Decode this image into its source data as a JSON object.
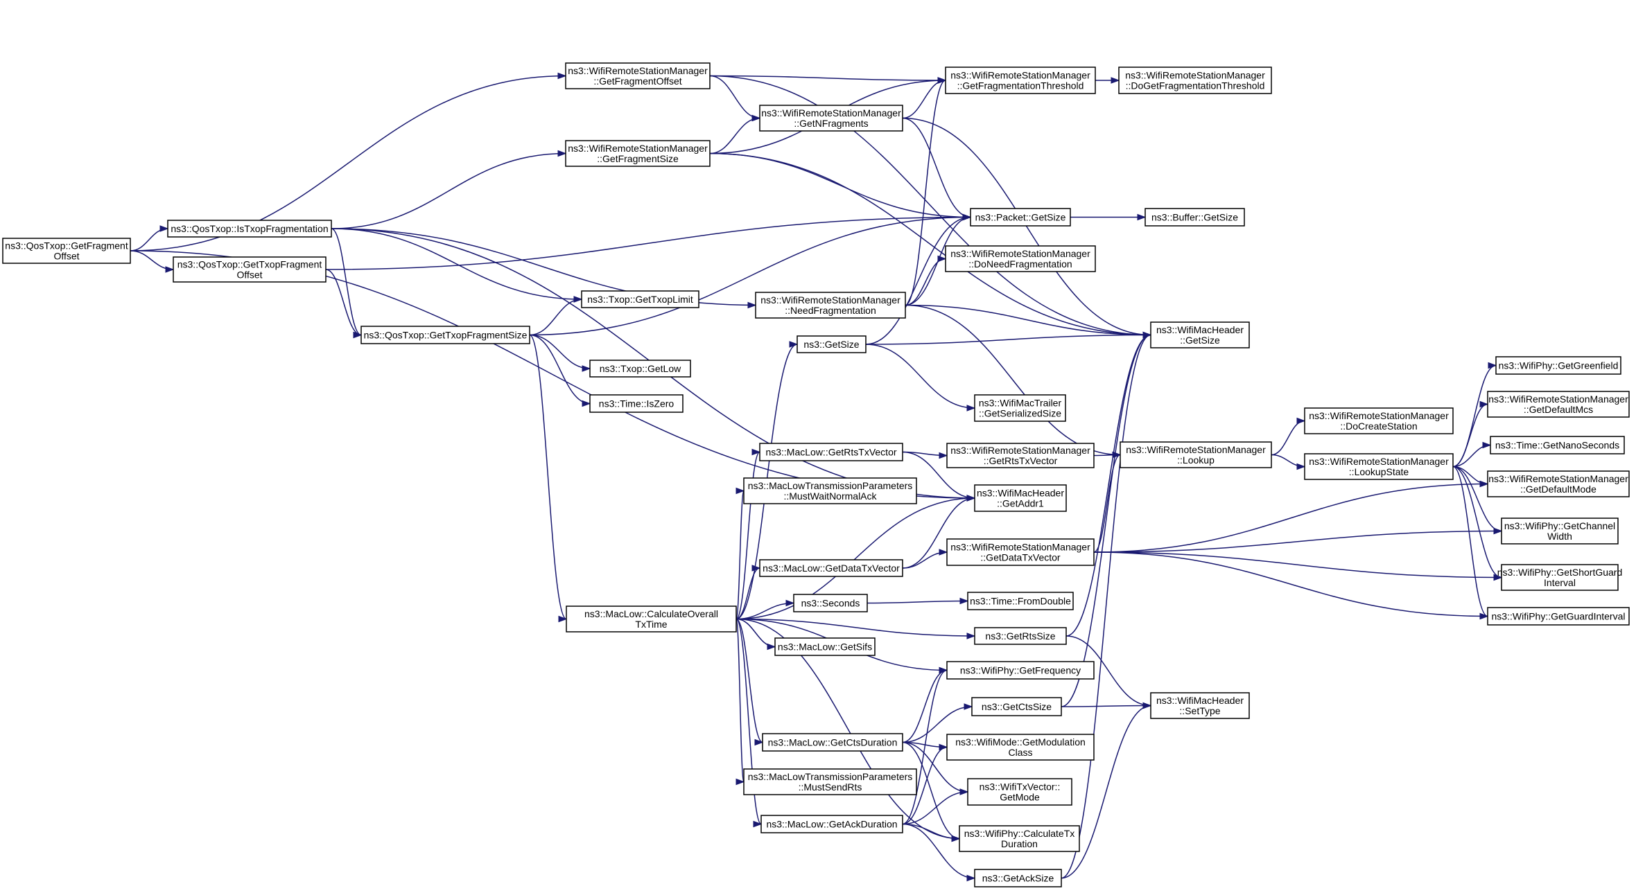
{
  "nodes": [
    {
      "id": "root",
      "lines": [
        "ns3::QosTxop::GetFragment",
        "Offset"
      ],
      "border": "#000000",
      "fill": "#bfbfbf"
    },
    {
      "id": "isTxopFrag",
      "lines": [
        "ns3::QosTxop::IsTxopFragmentation"
      ],
      "border": "#000000",
      "fill": "#ffffff"
    },
    {
      "id": "getTxopFragOff",
      "lines": [
        "ns3::QosTxop::GetTxopFragment",
        "Offset"
      ],
      "border": "#000000",
      "fill": "#ffffff"
    },
    {
      "id": "getTxopFragSize",
      "lines": [
        "ns3::QosTxop::GetTxopFragmentSize"
      ],
      "border": "#000000",
      "fill": "#ffffff"
    },
    {
      "id": "wGetFragOffset",
      "lines": [
        "ns3::WifiRemoteStationManager",
        "::GetFragmentOffset"
      ],
      "border": "#000000",
      "fill": "#ffffff"
    },
    {
      "id": "wGetFragSize",
      "lines": [
        "ns3::WifiRemoteStationManager",
        "::GetFragmentSize"
      ],
      "border": "#000000",
      "fill": "#ffffff"
    },
    {
      "id": "txopLimit",
      "lines": [
        "ns3::Txop::GetTxopLimit"
      ],
      "border": "#000000",
      "fill": "#ffffff"
    },
    {
      "id": "txopLow",
      "lines": [
        "ns3::Txop::GetLow"
      ],
      "border": "#000000",
      "fill": "#ffffff"
    },
    {
      "id": "timeIsZero",
      "lines": [
        "ns3::Time::IsZero"
      ],
      "border": "#000000",
      "fill": "#ffffff"
    },
    {
      "id": "calcOverall",
      "lines": [
        "ns3::MacLow::CalculateOverall",
        "TxTime"
      ],
      "border": "#000000",
      "fill": "#ffffff"
    },
    {
      "id": "getNFrag",
      "lines": [
        "ns3::WifiRemoteStationManager",
        "::GetNFragments"
      ],
      "border": "#000000",
      "fill": "#ffffff"
    },
    {
      "id": "needFrag",
      "lines": [
        "ns3::WifiRemoteStationManager",
        "::NeedFragmentation"
      ],
      "border": "#000000",
      "fill": "#ffffff"
    },
    {
      "id": "getSize",
      "lines": [
        "ns3::GetSize"
      ],
      "border": "#000000",
      "fill": "#ffffff"
    },
    {
      "id": "getRtsTxVec",
      "lines": [
        "ns3::MacLow::GetRtsTxVector"
      ],
      "border": "#000000",
      "fill": "#ffffff"
    },
    {
      "id": "mustWaitAck",
      "lines": [
        "ns3::MacLowTransmissionParameters",
        "::MustWaitNormalAck"
      ],
      "border": "#000000",
      "fill": "#ffffff"
    },
    {
      "id": "getDataTxVec",
      "lines": [
        "ns3::MacLow::GetDataTxVector"
      ],
      "border": "#000000",
      "fill": "#ffffff"
    },
    {
      "id": "seconds",
      "lines": [
        "ns3::Seconds"
      ],
      "border": "#000000",
      "fill": "#ffffff"
    },
    {
      "id": "getSifs",
      "lines": [
        "ns3::MacLow::GetSifs"
      ],
      "border": "#000000",
      "fill": "#ffffff"
    },
    {
      "id": "getCtsDur",
      "lines": [
        "ns3::MacLow::GetCtsDuration"
      ],
      "border": "#000000",
      "fill": "#ffffff"
    },
    {
      "id": "mustSendRts",
      "lines": [
        "ns3::MacLowTransmissionParameters",
        "::MustSendRts"
      ],
      "border": "#000000",
      "fill": "#ffffff"
    },
    {
      "id": "getAckDur",
      "lines": [
        "ns3::MacLow::GetAckDuration"
      ],
      "border": "#000000",
      "fill": "#ffffff"
    },
    {
      "id": "getFragThr",
      "lines": [
        "ns3::WifiRemoteStationManager",
        "::GetFragmentationThreshold"
      ],
      "border": "#000000",
      "fill": "#ffffff"
    },
    {
      "id": "pktGetSize",
      "lines": [
        "ns3::Packet::GetSize"
      ],
      "border": "#000000",
      "fill": "#ffffff"
    },
    {
      "id": "doNeedFrag",
      "lines": [
        "ns3::WifiRemoteStationManager",
        "::DoNeedFragmentation"
      ],
      "border": "#000000",
      "fill": "#ffffff"
    },
    {
      "id": "trailerSize",
      "lines": [
        "ns3::WifiMacTrailer",
        "::GetSerializedSize"
      ],
      "border": "#000000",
      "fill": "#ffffff"
    },
    {
      "id": "wGetRtsTxVec",
      "lines": [
        "ns3::WifiRemoteStationManager",
        "::GetRtsTxVector"
      ],
      "border": "#ff0000",
      "fill": "#ffffff"
    },
    {
      "id": "getAddr1",
      "lines": [
        "ns3::WifiMacHeader",
        "::GetAddr1"
      ],
      "border": "#000000",
      "fill": "#ffffff"
    },
    {
      "id": "wGetDataTxVec",
      "lines": [
        "ns3::WifiRemoteStationManager",
        "::GetDataTxVector"
      ],
      "border": "#ff0000",
      "fill": "#ffffff"
    },
    {
      "id": "fromDouble",
      "lines": [
        "ns3::Time::FromDouble"
      ],
      "border": "#ff0000",
      "fill": "#ffffff"
    },
    {
      "id": "getRtsSize",
      "lines": [
        "ns3::GetRtsSize"
      ],
      "border": "#000000",
      "fill": "#ffffff"
    },
    {
      "id": "getFreq",
      "lines": [
        "ns3::WifiPhy::GetFrequency"
      ],
      "border": "#000000",
      "fill": "#ffffff"
    },
    {
      "id": "getCtsSize",
      "lines": [
        "ns3::GetCtsSize"
      ],
      "border": "#000000",
      "fill": "#ffffff"
    },
    {
      "id": "getModClass",
      "lines": [
        "ns3::WifiMode::GetModulation",
        "Class"
      ],
      "border": "#ff0000",
      "fill": "#ffffff"
    },
    {
      "id": "txVecGetMode",
      "lines": [
        "ns3::WifiTxVector::",
        "GetMode"
      ],
      "border": "#000000",
      "fill": "#ffffff"
    },
    {
      "id": "calcTxDur",
      "lines": [
        "ns3::WifiPhy::CalculateTx",
        "Duration"
      ],
      "border": "#000000",
      "fill": "#ffffff"
    },
    {
      "id": "getAckSize",
      "lines": [
        "ns3::GetAckSize"
      ],
      "border": "#000000",
      "fill": "#ffffff"
    },
    {
      "id": "doGetFragThr",
      "lines": [
        "ns3::WifiRemoteStationManager",
        "::DoGetFragmentationThreshold"
      ],
      "border": "#000000",
      "fill": "#ffffff"
    },
    {
      "id": "bufGetSize",
      "lines": [
        "ns3::Buffer::GetSize"
      ],
      "border": "#000000",
      "fill": "#ffffff"
    },
    {
      "id": "hdrGetSize",
      "lines": [
        "ns3::WifiMacHeader",
        "::GetSize"
      ],
      "border": "#000000",
      "fill": "#ffffff"
    },
    {
      "id": "lookup",
      "lines": [
        "ns3::WifiRemoteStationManager",
        "::Lookup"
      ],
      "border": "#000000",
      "fill": "#ffffff"
    },
    {
      "id": "setType",
      "lines": [
        "ns3::WifiMacHeader",
        "::SetType"
      ],
      "border": "#000000",
      "fill": "#ffffff"
    },
    {
      "id": "doCreateSta",
      "lines": [
        "ns3::WifiRemoteStationManager",
        "::DoCreateStation"
      ],
      "border": "#000000",
      "fill": "#ffffff"
    },
    {
      "id": "lookupState",
      "lines": [
        "ns3::WifiRemoteStationManager",
        "::LookupState"
      ],
      "border": "#000000",
      "fill": "#ffffff"
    },
    {
      "id": "getGreenfield",
      "lines": [
        "ns3::WifiPhy::GetGreenfield"
      ],
      "border": "#000000",
      "fill": "#ffffff"
    },
    {
      "id": "getDefaultMcs",
      "lines": [
        "ns3::WifiRemoteStationManager",
        "::GetDefaultMcs"
      ],
      "border": "#000000",
      "fill": "#ffffff"
    },
    {
      "id": "getNanoSec",
      "lines": [
        "ns3::Time::GetNanoSeconds"
      ],
      "border": "#ff0000",
      "fill": "#ffffff"
    },
    {
      "id": "getDefaultMode",
      "lines": [
        "ns3::WifiRemoteStationManager",
        "::GetDefaultMode"
      ],
      "border": "#000000",
      "fill": "#ffffff"
    },
    {
      "id": "getChanWidth",
      "lines": [
        "ns3::WifiPhy::GetChannel",
        "Width"
      ],
      "border": "#000000",
      "fill": "#ffffff"
    },
    {
      "id": "getShortGI",
      "lines": [
        "ns3::WifiPhy::GetShortGuard",
        "Interval"
      ],
      "border": "#000000",
      "fill": "#ffffff"
    },
    {
      "id": "getGI",
      "lines": [
        "ns3::WifiPhy::GetGuardInterval"
      ],
      "border": "#000000",
      "fill": "#ffffff"
    }
  ],
  "edges": [
    [
      "root",
      "isTxopFrag"
    ],
    [
      "root",
      "getTxopFragOff"
    ],
    [
      "root",
      "wGetFragOffset"
    ],
    [
      "root",
      "getAddr1"
    ],
    [
      "isTxopFrag",
      "wGetFragSize"
    ],
    [
      "isTxopFrag",
      "needFrag"
    ],
    [
      "isTxopFrag",
      "txopLimit"
    ],
    [
      "isTxopFrag",
      "getTxopFragSize"
    ],
    [
      "isTxopFrag",
      "getAddr1"
    ],
    [
      "getTxopFragOff",
      "pktGetSize"
    ],
    [
      "getTxopFragOff",
      "getTxopFragSize"
    ],
    [
      "getTxopFragSize",
      "pktGetSize"
    ],
    [
      "getTxopFragSize",
      "txopLimit"
    ],
    [
      "getTxopFragSize",
      "txopLow"
    ],
    [
      "getTxopFragSize",
      "timeIsZero"
    ],
    [
      "getTxopFragSize",
      "calcOverall"
    ],
    [
      "wGetFragOffset",
      "getFragThr"
    ],
    [
      "wGetFragOffset",
      "getNFrag"
    ],
    [
      "wGetFragOffset",
      "hdrGetSize"
    ],
    [
      "wGetFragSize",
      "getFragThr"
    ],
    [
      "wGetFragSize",
      "getNFrag"
    ],
    [
      "wGetFragSize",
      "pktGetSize"
    ],
    [
      "wGetFragSize",
      "hdrGetSize"
    ],
    [
      "getNFrag",
      "getFragThr"
    ],
    [
      "getNFrag",
      "pktGetSize"
    ],
    [
      "getNFrag",
      "hdrGetSize"
    ],
    [
      "needFrag",
      "getFragThr"
    ],
    [
      "needFrag",
      "pktGetSize"
    ],
    [
      "needFrag",
      "doNeedFrag"
    ],
    [
      "needFrag",
      "hdrGetSize"
    ],
    [
      "needFrag",
      "lookup"
    ],
    [
      "getFragThr",
      "doGetFragThr"
    ],
    [
      "pktGetSize",
      "bufGetSize"
    ],
    [
      "calcOverall",
      "getSize"
    ],
    [
      "calcOverall",
      "getRtsTxVec"
    ],
    [
      "calcOverall",
      "mustWaitAck"
    ],
    [
      "calcOverall",
      "getAddr1"
    ],
    [
      "calcOverall",
      "getDataTxVec"
    ],
    [
      "calcOverall",
      "seconds"
    ],
    [
      "calcOverall",
      "getRtsSize"
    ],
    [
      "calcOverall",
      "getFreq"
    ],
    [
      "calcOverall",
      "getSifs"
    ],
    [
      "calcOverall",
      "getCtsDur"
    ],
    [
      "calcOverall",
      "mustSendRts"
    ],
    [
      "calcOverall",
      "getAckDur"
    ],
    [
      "calcOverall",
      "calcTxDur"
    ],
    [
      "getSize",
      "pktGetSize"
    ],
    [
      "getSize",
      "hdrGetSize"
    ],
    [
      "getSize",
      "trailerSize"
    ],
    [
      "getRtsTxVec",
      "wGetRtsTxVec"
    ],
    [
      "getRtsTxVec",
      "getAddr1"
    ],
    [
      "getDataTxVec",
      "getAddr1"
    ],
    [
      "getDataTxVec",
      "wGetDataTxVec"
    ],
    [
      "seconds",
      "fromDouble"
    ],
    [
      "getRtsSize",
      "hdrGetSize"
    ],
    [
      "getRtsSize",
      "setType"
    ],
    [
      "getCtsDur",
      "getFreq"
    ],
    [
      "getCtsDur",
      "getCtsSize"
    ],
    [
      "getCtsDur",
      "getModClass"
    ],
    [
      "getCtsDur",
      "txVecGetMode"
    ],
    [
      "getCtsDur",
      "calcTxDur"
    ],
    [
      "getAckDur",
      "getFreq"
    ],
    [
      "getAckDur",
      "getModClass"
    ],
    [
      "getAckDur",
      "txVecGetMode"
    ],
    [
      "getAckDur",
      "calcTxDur"
    ],
    [
      "getAckDur",
      "getAckSize"
    ],
    [
      "getCtsSize",
      "hdrGetSize"
    ],
    [
      "getCtsSize",
      "setType"
    ],
    [
      "getAckSize",
      "hdrGetSize"
    ],
    [
      "getAckSize",
      "setType"
    ],
    [
      "wGetRtsTxVec",
      "lookup"
    ],
    [
      "wGetDataTxVec",
      "lookup"
    ],
    [
      "wGetDataTxVec",
      "getDefaultMode"
    ],
    [
      "wGetDataTxVec",
      "getChanWidth"
    ],
    [
      "wGetDataTxVec",
      "getShortGI"
    ],
    [
      "wGetDataTxVec",
      "getGI"
    ],
    [
      "lookup",
      "doCreateSta"
    ],
    [
      "lookup",
      "lookupState"
    ],
    [
      "lookupState",
      "getGreenfield"
    ],
    [
      "lookupState",
      "getDefaultMcs"
    ],
    [
      "lookupState",
      "getNanoSec"
    ],
    [
      "lookupState",
      "getDefaultMode"
    ],
    [
      "lookupState",
      "getChanWidth"
    ],
    [
      "lookupState",
      "getShortGI"
    ],
    [
      "lookupState",
      "getGI"
    ]
  ]
}
